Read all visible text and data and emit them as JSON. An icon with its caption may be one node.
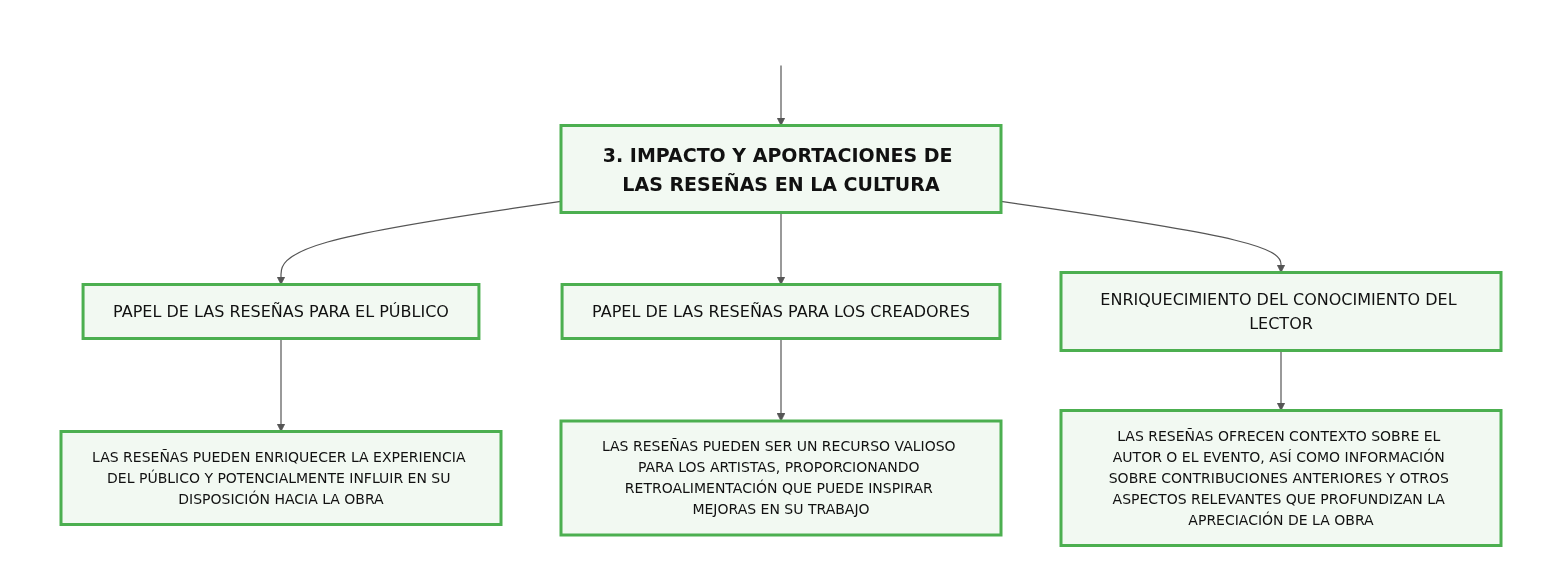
{
  "diagram": {
    "nodes": [
      {
        "text": [
          "3. IMPACTO Y APORTACIONES DE LAS RESEÑAS EN LA CULTURA"
        ]
      },
      {
        "text": [
          "PAPEL DE LAS RESEÑAS PARA EL PÚBLICO"
        ]
      },
      {
        "text": [
          "PAPEL DE LAS RESEÑAS PARA LOS CREADORES"
        ]
      },
      {
        "text": [
          "ENRIQUECIMIENTO DEL CONOCIMIENTO DEL LECTOR"
        ]
      },
      {
        "text": [
          "LAS RESEÑAS PUEDEN ENRIQUECER LA EXPERIENCIA DEL PÚBLICO Y POTENCIALMENTE INFLUIR EN SU DISPOSICIÓN HACIA LA OBRA"
        ]
      },
      {
        "text": [
          "LAS RESEÑAS PUEDEN SER UN RECURSO VALIOSO PARA LOS ARTISTAS, PROPORCIONANDO RETROALIMENTACIÓN QUE PUEDE INSPIRAR MEJORAS EN SU TRABAJO"
        ]
      },
      {
        "text": [
          "LAS RESEÑAS OFRECEN CONTEXTO SOBRE EL AUTOR O EL EVENTO, ASÍ COMO INFORMACIÓN SOBRE CONTRIBUCIONES ANTERIORES Y OTROS ASPECTOS RELEVANTES QUE PROFUNDIZAN LA APRECIACIÓN DE LA OBRA"
        ]
      }
    ],
    "edges": [
      {
        "from": null,
        "to": 0,
        "arrow": "to"
      },
      {
        "from": 0,
        "to": 1,
        "arrow": "to"
      },
      {
        "from": 0,
        "to": 2,
        "arrow": "to"
      },
      {
        "from": 0,
        "to": 3,
        "arrow": "to"
      },
      {
        "from": 1,
        "to": 4,
        "arrow": "to"
      },
      {
        "from": 2,
        "to": 5,
        "arrow": "to"
      },
      {
        "from": 3,
        "to": 6,
        "arrow": "to"
      }
    ]
  }
}
